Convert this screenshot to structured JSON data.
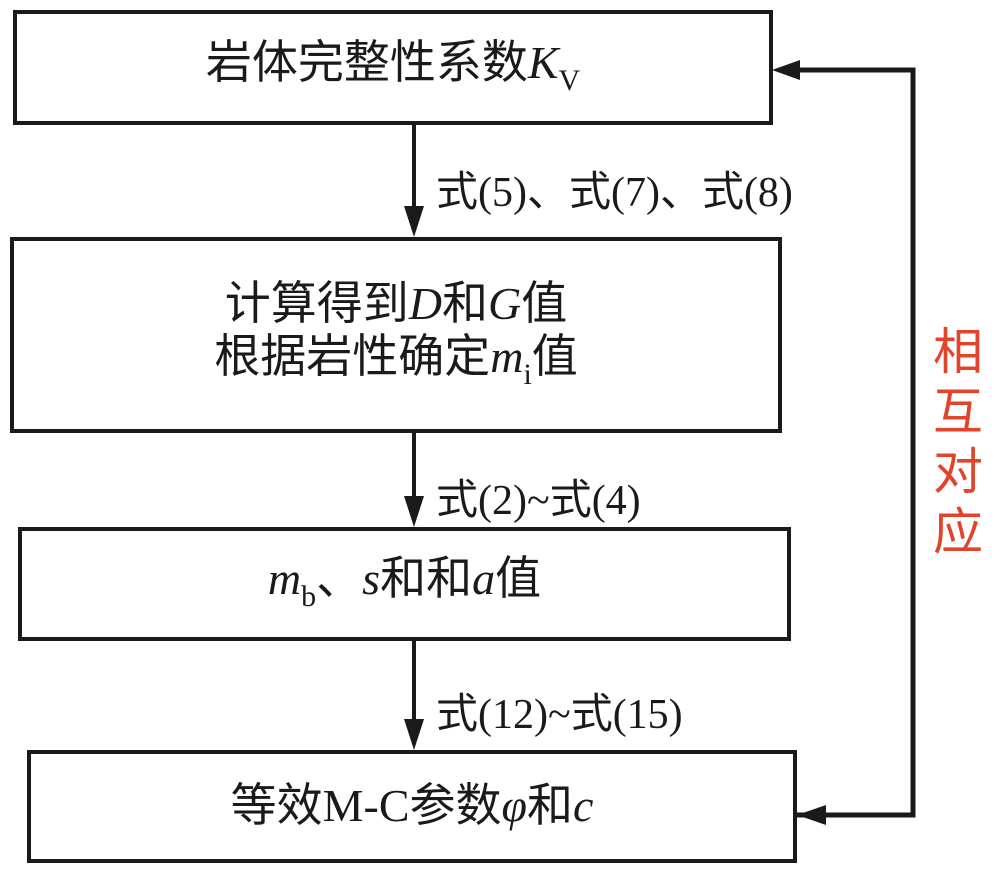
{
  "diagram": {
    "boxes": [
      {
        "id": "kv",
        "parts": [
          {
            "t": "岩体完整性系数"
          },
          {
            "t": "K",
            "i": true
          },
          {
            "t": "V",
            "sub": true
          }
        ]
      },
      {
        "id": "dg",
        "line1": [
          {
            "t": "计算得到"
          },
          {
            "t": "D",
            "i": true
          },
          {
            "t": "和"
          },
          {
            "t": "G",
            "i": true
          },
          {
            "t": "值"
          }
        ],
        "line2": [
          {
            "t": "根据岩性确定"
          },
          {
            "t": "m",
            "i": true
          },
          {
            "t": "i",
            "sub": true
          },
          {
            "t": "值"
          }
        ]
      },
      {
        "id": "mb",
        "parts": [
          {
            "t": "m",
            "i": true
          },
          {
            "t": "b",
            "sub": true
          },
          {
            "t": "、"
          },
          {
            "t": "s",
            "i": true
          },
          {
            "t": "和和"
          },
          {
            "t": "a",
            "i": true
          },
          {
            "t": "值"
          }
        ]
      },
      {
        "id": "mc",
        "parts": [
          {
            "t": "等效M-C参数"
          },
          {
            "t": "φ",
            "i": true
          },
          {
            "t": "和"
          },
          {
            "t": "c",
            "i": true
          }
        ]
      }
    ],
    "edge_labels": {
      "e1": "式(5)、式(7)、式(8)",
      "e2": "式(2)~式(4)",
      "e3": "式(12)~式(15)"
    },
    "feedback_label": [
      "相",
      "互",
      "对",
      "应"
    ],
    "feedback_color": "#e0452b"
  }
}
